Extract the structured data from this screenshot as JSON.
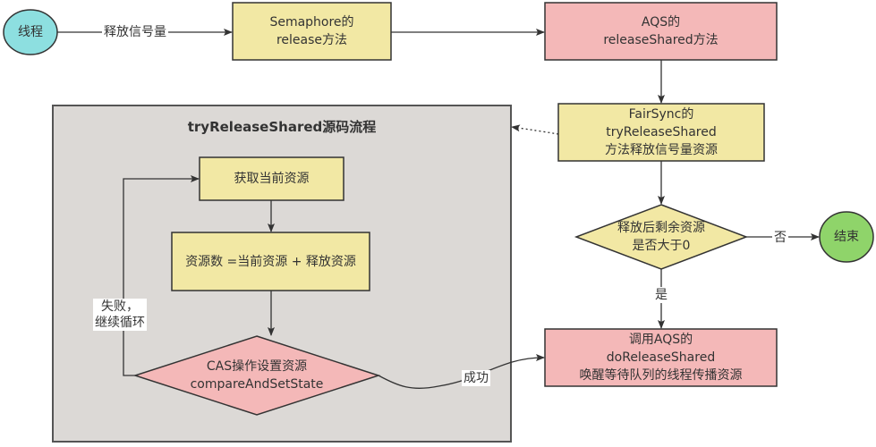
{
  "colors": {
    "yellow": "#f2e8a4",
    "pink": "#f4b8b8",
    "teal": "#8ddfe0",
    "green": "#8fd46a",
    "group": "#dcd9d6",
    "stroke": "#333333"
  },
  "nodes": {
    "thread": "线程",
    "semaphore_release": "Semaphore的\nrelease方法",
    "aqs_release_shared": "AQS的\nreleaseShared方法",
    "fairsync_try_release": "FairSync的\ntryReleaseShared\n方法释放信号量资源",
    "group_title": "tryReleaseShared源码流程",
    "get_current": "获取当前资源",
    "compute": "资源数 =当前资源 + 释放资源",
    "cas": "CAS操作设置资源\ncompareAndSetState",
    "remaining_check": "释放后剩余资源\n是否大于0",
    "end": "结束",
    "do_release_shared": "调用AQS的\ndoReleaseShared\n唤醒等待队列的线程传播资源"
  },
  "edges": {
    "release_signal": "释放信号量",
    "fail_loop": "失败，\n继续循环",
    "success": "成功",
    "no": "否",
    "yes": "是"
  }
}
